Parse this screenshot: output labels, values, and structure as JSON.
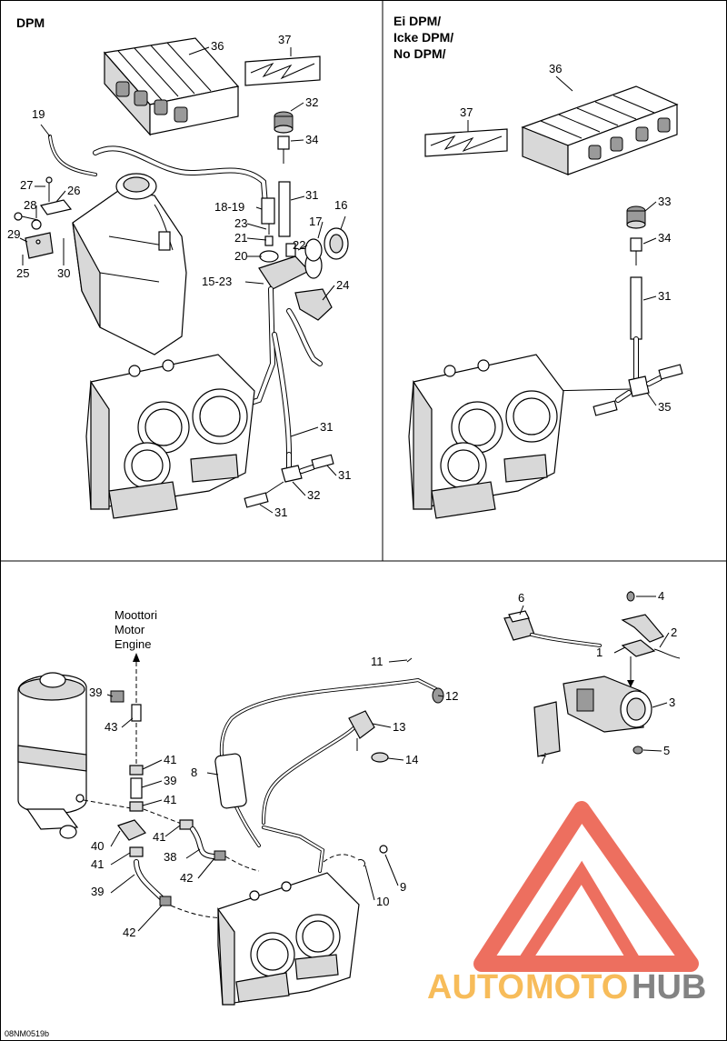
{
  "diagram_code": "08NM0519b",
  "watermark": {
    "text_auto": "AUTO",
    "text_moto": "MOTO",
    "text_hub": "HUB"
  },
  "colors": {
    "logo_red": "#e8402a",
    "logo_orange": "#f5a623",
    "logo_gray": "#5a5a5a"
  },
  "panels": {
    "dpm": {
      "title": "DPM",
      "callouts": [
        "36",
        "37",
        "32",
        "34",
        "19",
        "27",
        "26",
        "28",
        "29",
        "25",
        "30",
        "18-19",
        "23",
        "21",
        "20",
        "22",
        "17",
        "16",
        "15-23",
        "31",
        "24",
        "31",
        "31",
        "32",
        "31"
      ]
    },
    "no_dpm": {
      "title_lines": [
        "Ei DPM/",
        "Icke DPM/",
        "No DPM/"
      ],
      "callouts": [
        "36",
        "37",
        "33",
        "34",
        "31",
        "35"
      ]
    },
    "bottom": {
      "engine_label_lines": [
        "Moottori",
        "Motor",
        "Engine"
      ],
      "callouts": [
        "39",
        "43",
        "41",
        "39",
        "41",
        "40",
        "41",
        "41",
        "38",
        "42",
        "39",
        "42",
        "8",
        "11",
        "12",
        "13",
        "14",
        "10",
        "9",
        "6",
        "4",
        "2",
        "1",
        "3",
        "7",
        "5"
      ]
    }
  }
}
